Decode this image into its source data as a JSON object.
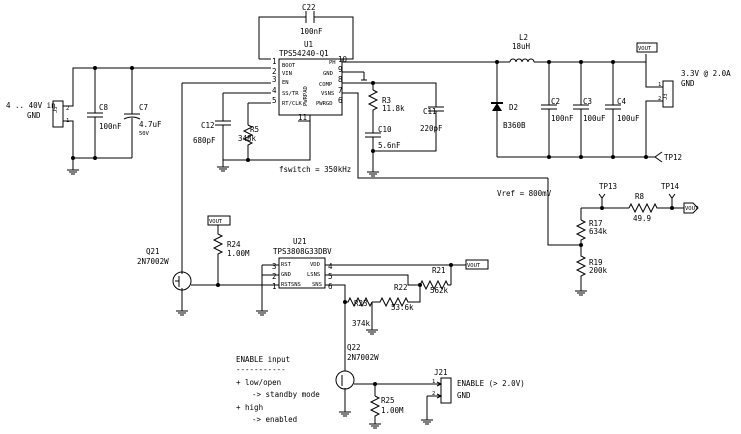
{
  "parts": {
    "U1": {
      "ref": "U1",
      "value": "TPS54240-Q1"
    },
    "U21": {
      "ref": "U21",
      "value": "TPS3808G33DBV"
    },
    "C22": {
      "ref": "C22",
      "value": "100nF"
    },
    "L2": {
      "ref": "L2",
      "value": "18uH"
    },
    "C8": {
      "ref": "C8",
      "value": "100nF"
    },
    "C7": {
      "ref": "C7",
      "value": "4.7uF",
      "rating": "50V"
    },
    "C12": {
      "ref": "C12",
      "value": "680pF"
    },
    "R5": {
      "ref": "R5",
      "value": "348k"
    },
    "R3": {
      "ref": "R3",
      "value": "11.8k"
    },
    "C10": {
      "ref": "C10",
      "value": "5.6nF"
    },
    "C11": {
      "ref": "C11",
      "value": "220pF"
    },
    "D2": {
      "ref": "D2",
      "value": "B360B"
    },
    "C2": {
      "ref": "C2",
      "value": "100nF"
    },
    "C3": {
      "ref": "C3",
      "value": "100uF"
    },
    "C4": {
      "ref": "C4",
      "value": "100uF"
    },
    "R8": {
      "ref": "R8",
      "value": "49.9"
    },
    "R17": {
      "ref": "R17",
      "value": "634k"
    },
    "R19": {
      "ref": "R19",
      "value": "200k"
    },
    "R24": {
      "ref": "R24",
      "value": "1.00M"
    },
    "R21": {
      "ref": "R21",
      "value": "562k"
    },
    "R22": {
      "ref": "R22",
      "value": "53.6k"
    },
    "R23": {
      "ref": "R23",
      "value": "374k"
    },
    "R25": {
      "ref": "R25",
      "value": "1.00M"
    },
    "Q21": {
      "ref": "Q21",
      "value": "2N7002W"
    },
    "Q22": {
      "ref": "Q22",
      "value": "2N7002W"
    },
    "J5": {
      "ref": "J5"
    },
    "J3": {
      "ref": "J3"
    },
    "J21": {
      "ref": "J21"
    },
    "TP12": {
      "ref": "TP12"
    },
    "TP13": {
      "ref": "TP13"
    },
    "TP14": {
      "ref": "TP14"
    }
  },
  "u1_pins": {
    "boot": "BOOT",
    "vin": "VIN",
    "en": "EN",
    "sstr": "SS/TR",
    "rtclk": "RT/CLK",
    "ph": "PH",
    "gnd": "GND",
    "comp": "COMP",
    "vsns": "VSNS",
    "pwrgd": "PWRGD",
    "pwrpad": "PWRPAD"
  },
  "u1_pin_numbers": {
    "p1": "1",
    "p2": "2",
    "p3": "3",
    "p4": "4",
    "p5": "5",
    "p6": "6",
    "p7": "7",
    "p8": "8",
    "p9": "9",
    "p10": "10",
    "p11": "11"
  },
  "u21_pins": {
    "rst": "RST",
    "gnd": "GND",
    "rstsns": "RSTSNS",
    "vdd": "VDD",
    "lsns": "LSNS",
    "sns": "SNS"
  },
  "u21_pin_numbers": {
    "p1": "1",
    "p2": "2",
    "p3": "3",
    "p4": "4",
    "p5": "5",
    "p6": "6"
  },
  "connector_pins": {
    "one": "1",
    "two": "2"
  },
  "net_labels": {
    "vout_top": "VOUT",
    "vout_tp14": "VOUT",
    "vout_r24": "VOUT",
    "vout_r21": "VOUT"
  },
  "annotations": {
    "input": "4 .. 40V in",
    "input_gnd": "GND",
    "output": "3.3V @ 2.0A",
    "output_gnd": "GND",
    "fswitch": "fswitch = 350kHz",
    "vref": "Vref = 800mV",
    "enable_conn": "ENABLE (> 2.0V)",
    "enable_gnd": "GND",
    "enable_title": "ENABLE input",
    "enable_rule": "-----------",
    "line1": "+ low/open",
    "line2": "-> standby mode",
    "line3": "+ high",
    "line4": "-> enabled"
  }
}
